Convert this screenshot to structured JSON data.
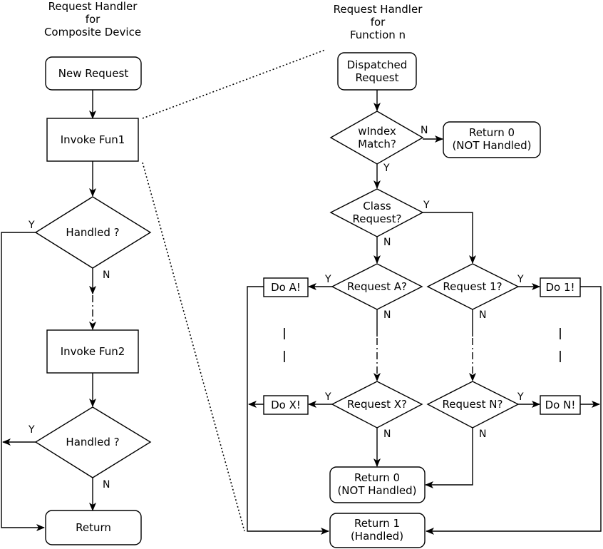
{
  "left": {
    "title": [
      "Request Handler",
      "for",
      "Composite Device"
    ],
    "new_request": "New Request",
    "invoke_fun1": "Invoke Fun1",
    "handled_1": "Handled ?",
    "invoke_fun2": "Invoke Fun2",
    "handled_2": "Handled ?",
    "return": "Return"
  },
  "right": {
    "title": [
      "Request Handler",
      "for",
      "Function n"
    ],
    "dispatched": [
      "Dispatched",
      "Request"
    ],
    "windex": [
      "wIndex",
      "Match?"
    ],
    "return0_top": [
      "Return 0",
      "(NOT Handled)"
    ],
    "class_req": [
      "Class",
      "Request?"
    ],
    "request_a": "Request A?",
    "request_1": "Request 1?",
    "do_a": "Do A!",
    "do_1": "Do 1!",
    "request_x": "Request X?",
    "request_n": "Request N?",
    "do_x": "Do X!",
    "do_n": "Do N!",
    "return0_bottom": [
      "Return 0",
      "(NOT Handled)"
    ],
    "return1": [
      "Return 1",
      "(Handled)"
    ]
  },
  "labels": {
    "yes": "Y",
    "no": "N",
    "ellipsis": "|"
  }
}
